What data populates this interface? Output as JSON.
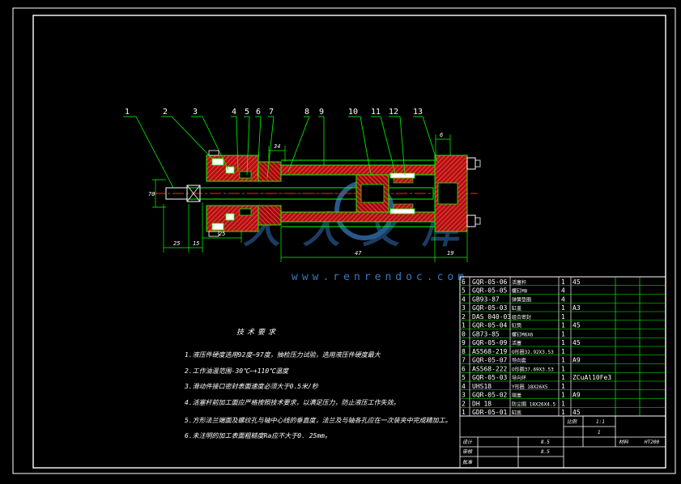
{
  "drawing": {
    "part_numbers": [
      "1",
      "2",
      "3",
      "4",
      "5",
      "6",
      "7",
      "8",
      "9",
      "10",
      "11",
      "12",
      "13"
    ],
    "dimensions": {
      "dim_top_small": "34",
      "dim_right_top": "6",
      "dim_left_vertical": "70",
      "dim_bottom_1": "25",
      "dim_bottom_2": "15",
      "dim_bottom_3": "25",
      "dim_bottom_main": "47",
      "dim_bottom_right": "19"
    },
    "watermark": "www.renrendoc.com",
    "tech_requirements": {
      "title": "技术要求",
      "items": [
        "1.液压件硬度选用92度~97度，抽检压力试验，选用液压件硬度最大",
        "2.工作油温范围-30℃~+110℃温度",
        "3.滑动件接口密封表面速度必须大于0.5米/秒",
        "4.活塞杆前加工面应严格按照技术要求，以满足压力，防止液压工作失效。",
        "5.方形法兰端面及螺纹孔与轴中心线的垂直度，法兰及与轴各孔应在一次装夹中完成精加工。",
        "6.未注明的加工表面粗糙度Ra应不大于0.  25mm。"
      ]
    },
    "parts_list": [
      {
        "no": "6",
        "code": "GQR-05-06",
        "name": "活塞杆",
        "qty": "1",
        "material": "45"
      },
      {
        "no": "5",
        "code": "GQR-05-05",
        "name": "螺钉M8",
        "qty": "4",
        "material": ""
      },
      {
        "no": "4",
        "code": "GB93-87",
        "name": "弹簧垫圈",
        "qty": "4",
        "material": ""
      },
      {
        "no": "3",
        "code": "GQR-05-03",
        "name": "缸盖",
        "qty": "1",
        "material": "A3"
      },
      {
        "no": "2",
        "code": "DAS 040-03",
        "name": "组合密封",
        "qty": "1",
        "material": ""
      },
      {
        "no": "1",
        "code": "GQR-05-04",
        "name": "缸筒",
        "qty": "1",
        "material": "45"
      },
      {
        "no": "0",
        "code": "GB73-85",
        "name": "螺钉M6X6",
        "qty": "1",
        "material": ""
      },
      {
        "no": "9",
        "code": "GQR-05-09",
        "name": "活塞",
        "qty": "1",
        "material": "45"
      },
      {
        "no": "8",
        "code": "AS568-219",
        "name": "O形圈32.92X3.53",
        "qty": "1",
        "material": ""
      },
      {
        "no": "7",
        "code": "GQR-05-07",
        "name": "导向套",
        "qty": "1",
        "material": "A9"
      },
      {
        "no": "6",
        "code": "AS568-222",
        "name": "O形圈37.69X3.53",
        "qty": "1",
        "material": ""
      },
      {
        "no": "5",
        "code": "GQR-05-03",
        "name": "导向环",
        "qty": "1",
        "material": "ZCuAl10Fe3"
      },
      {
        "no": "4",
        "code": "UHS18",
        "name": "Y形圈 18X26X5",
        "qty": "1",
        "material": ""
      },
      {
        "no": "3",
        "code": "GQR-05-02",
        "name": "端盖",
        "qty": "1",
        "material": "A9"
      },
      {
        "no": "2",
        "code": "DH 18",
        "name": "防尘圈 18X26X4.5",
        "qty": "1",
        "material": ""
      },
      {
        "no": "1",
        "code": "GDR-05-01",
        "name": "缸底",
        "qty": "1",
        "material": "45"
      }
    ],
    "title_block": {
      "weight_label": "比例",
      "scale_value": "1:1",
      "sheet_value": "1",
      "designer_label": "设计",
      "checker_label": "审核",
      "approver_label": "批准",
      "date1": "8.5",
      "date2": "8.5",
      "material_label": "材料",
      "material_value": "HT200"
    },
    "colors": {
      "frame": "#ffffff",
      "outline": "#00ff00",
      "leader": "#00ff00",
      "section_fill": "#ff3030",
      "centerline": "#ff2020",
      "text": "#ffffff",
      "watermark": "#4aa0ff"
    }
  }
}
